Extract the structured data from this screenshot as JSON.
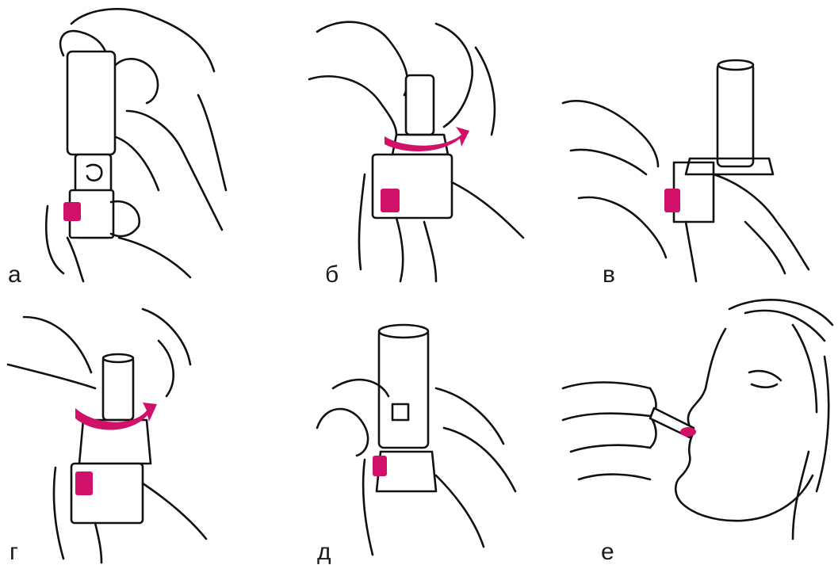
{
  "accent_color": "#d1106a",
  "panels": [
    {
      "label": "а",
      "icon": "inhaler-held-upright-icon"
    },
    {
      "label": "б",
      "icon": "inhaler-twist-base-icon"
    },
    {
      "label": "в",
      "icon": "inhaler-loaded-icon"
    },
    {
      "label": "г",
      "icon": "inhaler-twist-back-icon"
    },
    {
      "label": "д",
      "icon": "inhaler-upright-ready-icon"
    },
    {
      "label": "е",
      "icon": "inhaler-inhalation-icon"
    }
  ]
}
